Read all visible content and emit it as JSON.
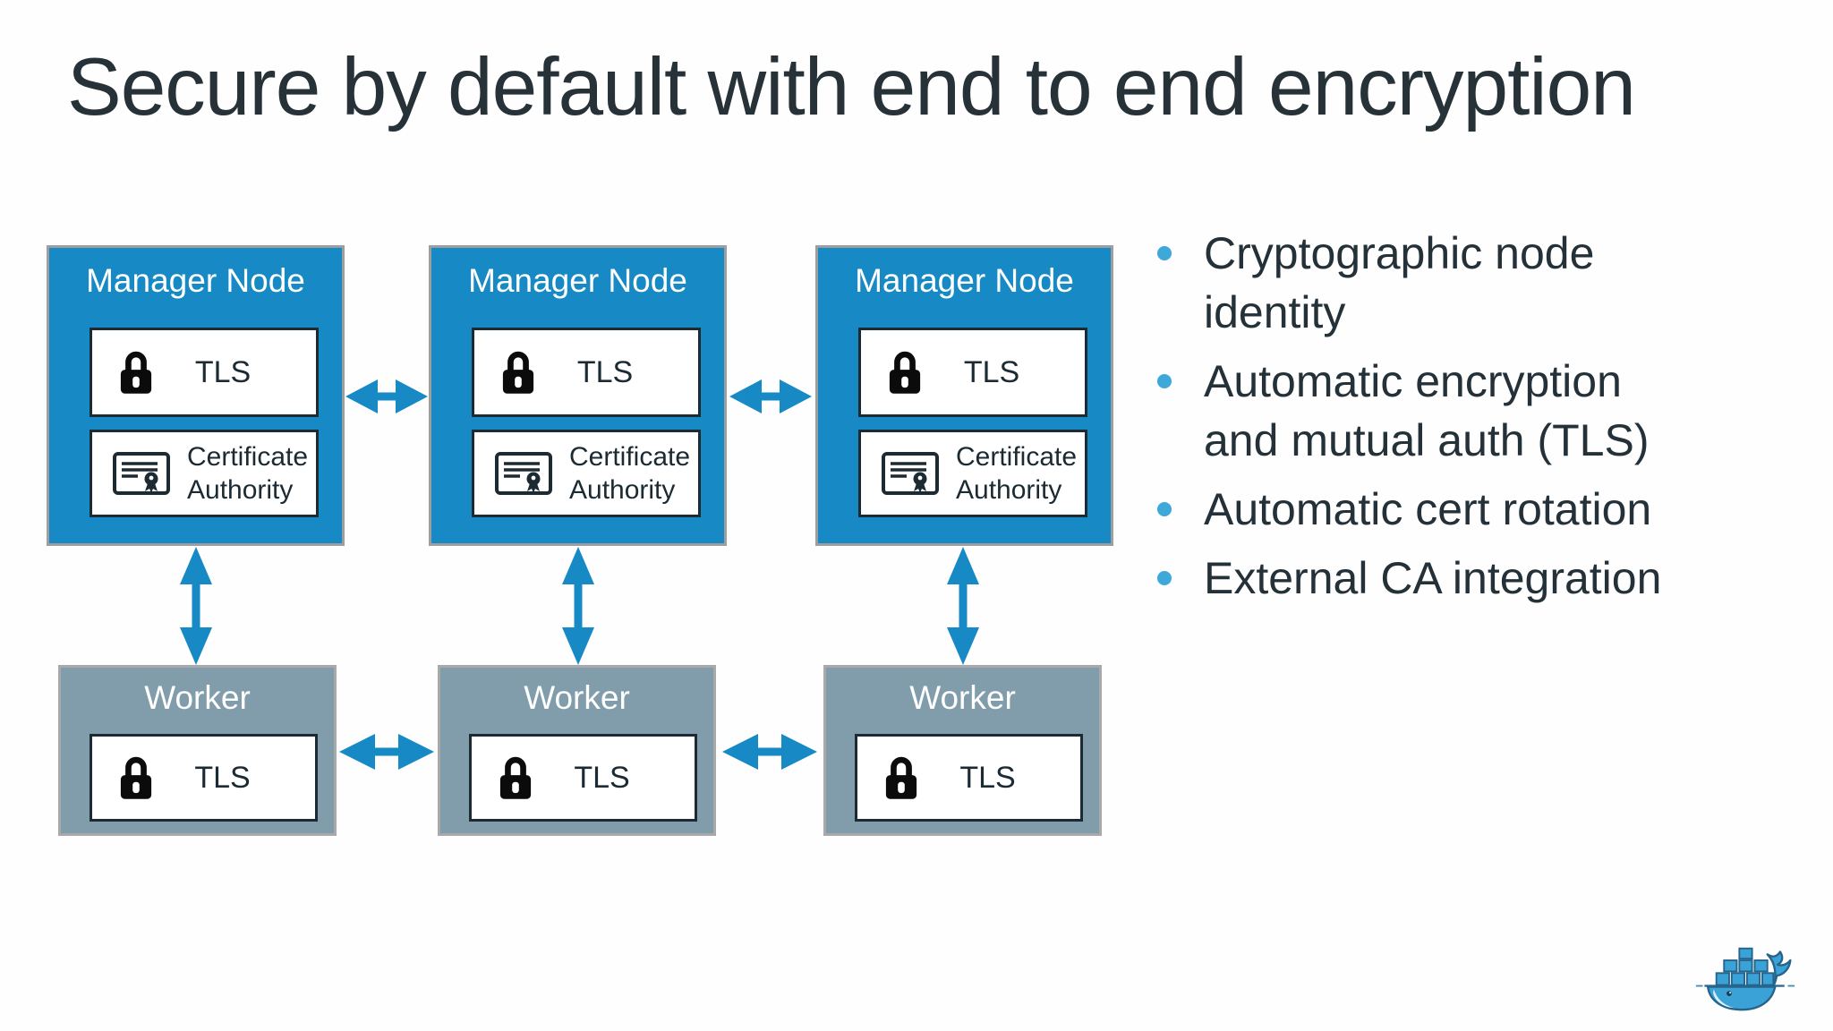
{
  "slide": {
    "title": "Secure by default with end to end encryption"
  },
  "diagram": {
    "managers": [
      {
        "title": "Manager Node",
        "tls": "TLS",
        "ca": "Certificate\nAuthority"
      },
      {
        "title": "Manager Node",
        "tls": "TLS",
        "ca": "Certificate\nAuthority"
      },
      {
        "title": "Manager Node",
        "tls": "TLS",
        "ca": "Certificate\nAuthority"
      }
    ],
    "workers": [
      {
        "title": "Worker",
        "tls": "TLS"
      },
      {
        "title": "Worker",
        "tls": "TLS"
      },
      {
        "title": "Worker",
        "tls": "TLS"
      }
    ]
  },
  "bullets": [
    "Cryptographic node\nidentity",
    "Automatic encryption\nand mutual auth (TLS)",
    "Automatic cert rotation",
    "External CA integration"
  ],
  "colors": {
    "manager_blue": "#178ac6",
    "worker_gray": "#819dab",
    "arrow_blue": "#178ac6",
    "bullet_dot": "#3fa8da",
    "text_dark": "#263238"
  }
}
